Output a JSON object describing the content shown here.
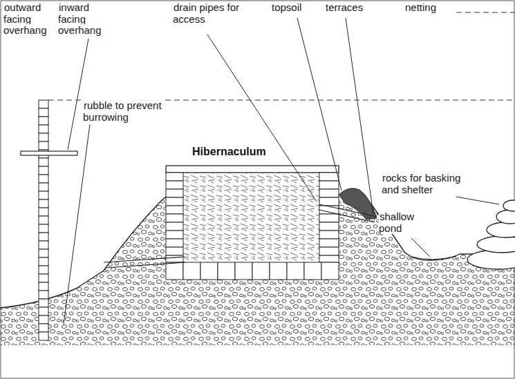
{
  "diagram": {
    "nodes": [
      {
        "text": [
          "Hibernaculum"
        ]
      }
    ],
    "edges": [],
    "labels": [
      "outward facing overhang",
      "inward facing overhang",
      "drain pipes for access",
      "topsoil",
      "terraces",
      "netting",
      "rubble to prevent burrowing",
      "rocks for basking and shelter",
      "shallow pond"
    ]
  }
}
